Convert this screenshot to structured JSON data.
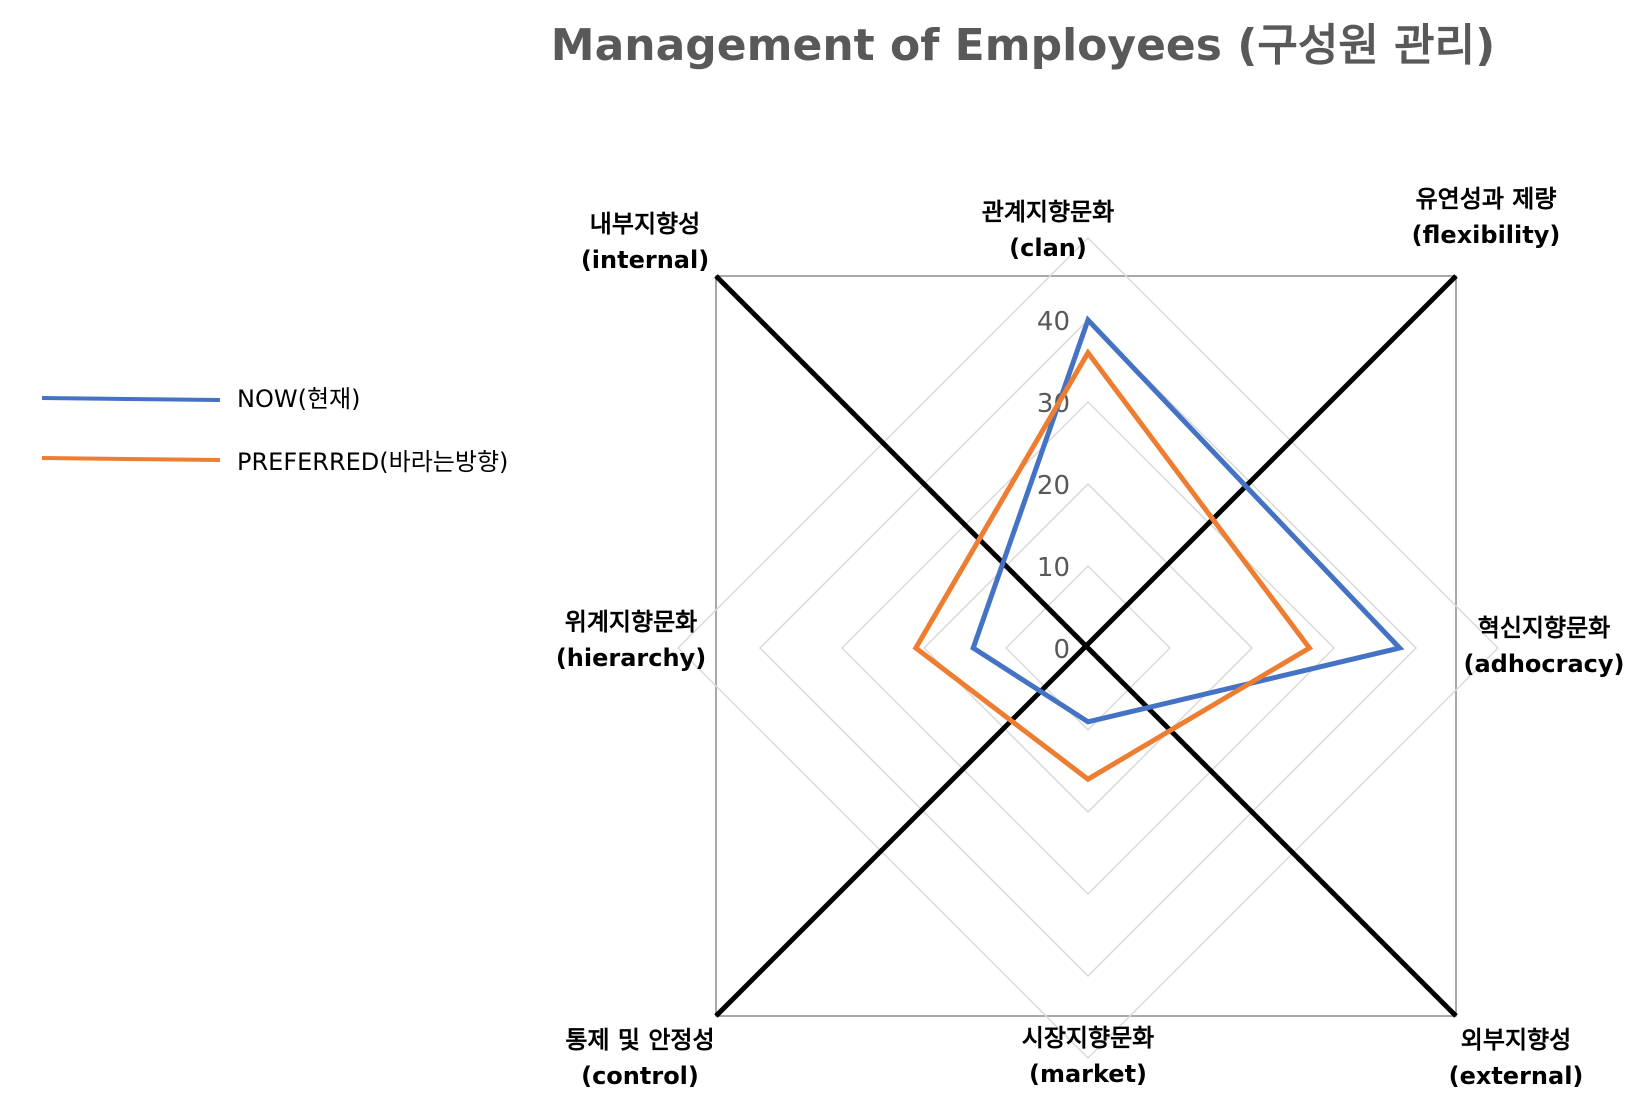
{
  "chart_data": {
    "type": "radar",
    "title": "Management of Employees (구성원 관리)",
    "axes": [
      {
        "name": "관계지향문화",
        "sub": "(clan)"
      },
      {
        "name": "혁신지향문화",
        "sub": "(adhocracy)"
      },
      {
        "name": "시장지향문화",
        "sub": "(market)"
      },
      {
        "name": "위계지향문화",
        "sub": "(hierarchy)"
      }
    ],
    "radial_ticks": [
      0,
      10,
      20,
      30,
      40
    ],
    "r_max": 50,
    "series": [
      {
        "name": "NOW(현재)",
        "color": "#4472C4",
        "values": [
          40,
          38,
          9,
          14
        ]
      },
      {
        "name": "PREFERRED(바라는방향)",
        "color": "#ED7D31",
        "values": [
          36,
          27,
          16,
          21
        ]
      }
    ],
    "corner_labels": {
      "top_left": {
        "name": "내부지향성",
        "sub": "(internal)"
      },
      "top_right": {
        "name": "유연성과 제량",
        "sub": "(flexibility)"
      },
      "bottom_left": {
        "name": "통제 및 안정성",
        "sub": "(control)"
      },
      "bottom_right": {
        "name": "외부지향성",
        "sub": "(external)"
      }
    },
    "legend_position": "left",
    "grid": true
  }
}
